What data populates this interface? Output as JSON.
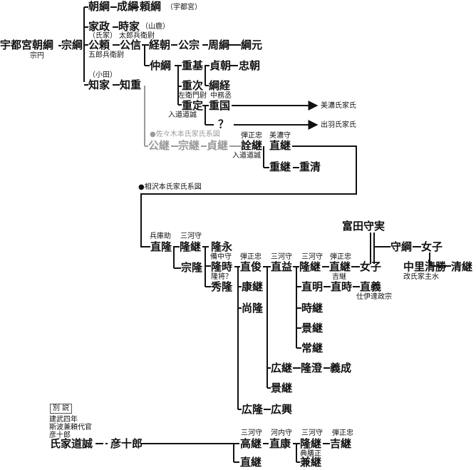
{
  "colors": {
    "line": "#111111",
    "branch_gray": "#9a9a9a"
  },
  "names": {
    "tomotsuna": "朝綱",
    "narizuna": "成綱",
    "yoritsuna": "頼綱",
    "iemasa": "家政",
    "tokiie": "時家",
    "kinyori": "公頼",
    "kinnobu": "公信",
    "tsunetomo": "経朝",
    "kinmune": "公宗",
    "chikatsuna": "周綱",
    "tsunamoto": "綱元",
    "nakatsuna": "仲綱",
    "shigemoto": "重基",
    "sadatomo": "貞朝",
    "tadatomo": "忠朝",
    "shigetsugu": "重次",
    "tsunatsune": "綱経",
    "shigesada": "重定",
    "shigekuni": "重国",
    "unknown": "？",
    "tomoie": "知家",
    "tomoshige": "知重",
    "ut_tomotsuna": "宇都宮朝綱",
    "munetsuna": "宗綱",
    "kintsugu": "公継",
    "munetsugu": "宗継",
    "sadatsugu": "貞継",
    "akitsugu": "詮継",
    "naotsugu": "直継",
    "shigetsugu2": "重継",
    "shigekiyo": "重清",
    "naotaka": "直隆",
    "takatsugu": "隆継",
    "takanaga": "隆永",
    "munetaka": "宗隆",
    "takatoki": "隆時",
    "hidetaka": "秀隆",
    "naotoshi": "直俊",
    "naomasu": "直益",
    "takatsugu2": "隆継",
    "naotsugu2": "直継",
    "joshi": "女子",
    "tomita": "富田守実",
    "moritsuna": "守綱",
    "joshi2": "女子",
    "nakazato": "中里清勝",
    "kiyotsugu": "清継",
    "yasutsugu": "康継",
    "naoaki": "直明",
    "naotoki": "直時",
    "naoyoshi": "直義",
    "naotaka2": "尚隆",
    "tokitsugu": "時継",
    "kagetsugu": "景継",
    "tsunetsugu": "常継",
    "hirotsugu": "広継",
    "takazumi": "隆澄",
    "yoshinari": "義成",
    "kagetsugu2": "景継",
    "hirotaka": "広隆",
    "hirooki": "広興",
    "ujiie": "氏家道誠",
    "hikojuro": "彦十郎",
    "takatoshi": "高継",
    "naoyasu": "直康",
    "takatsugu3": "隆継",
    "yoshitsugu": "吉継",
    "naotsugu3": "直継",
    "kanetsugu": "兼継"
  },
  "notes": {
    "utsunomiya": "（宇都宮）",
    "yamaga": "（山鹿）",
    "shike": "（氏家）",
    "tarohyoe": "太郎兵衛尉",
    "gorohyoe": "五郎兵衛尉",
    "soen": "宗円",
    "oda": "（小田）",
    "saemon": "左衛門尉",
    "chumujo": "中務丞",
    "nyudo": "入道道誠",
    "mino_line": "美濃氏家氏",
    "dewa_line": "出羽氏家氏",
    "sasaki_head": "●佐々木本氏家氏系図",
    "danjo1": "弾正忠",
    "minonokami": "美濃守",
    "nyudo2": "入道道誠",
    "aizawa_head": "●相沢本氏家氏系図",
    "hyogonosuke": "兵庫助",
    "mikawa1": "三河守",
    "bicchu": "備中守",
    "takamasa": "隆将？",
    "danjo2": "弾正忠",
    "mikawa2": "三河守",
    "mikawa3": "三河守",
    "danjo3": "弾正忠",
    "yoshitsugu_note": "吉継",
    "date": "仕伊達政宗",
    "nakazato_note": "改氏家主水",
    "bessetsu": "別 説",
    "kenmu": "建武四年",
    "shiba": "斯波兼頼代官",
    "hiko_note": "彦十郎",
    "mikawa4": "三河守",
    "kawachi": "河内守",
    "mikawa5": "三河守",
    "danjo4": "弾正忠",
    "tenkyu": "典膳正"
  }
}
